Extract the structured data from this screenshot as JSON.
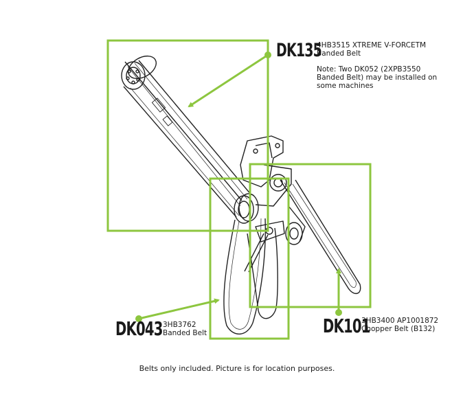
{
  "colors": {
    "accent": "#8dc63f",
    "ink": "#1a1a1a"
  },
  "callouts": [
    {
      "code": "DK135",
      "lines": [
        "4HB3515 XTREME V-FORCETM",
        "Banded Belt"
      ]
    },
    {
      "code": "DK043",
      "lines": [
        "3HB3762",
        "Banded Belt"
      ]
    },
    {
      "code": "DK101",
      "lines": [
        "3HB3400 AP1001872",
        "Chopper Belt (B132)"
      ]
    }
  ],
  "note": {
    "lines": [
      "Note: Two DK052 (2XPB3550",
      "Banded Belt) may be installed on",
      "some machines"
    ]
  },
  "footer": "Belts only included. Picture is for location purposes."
}
